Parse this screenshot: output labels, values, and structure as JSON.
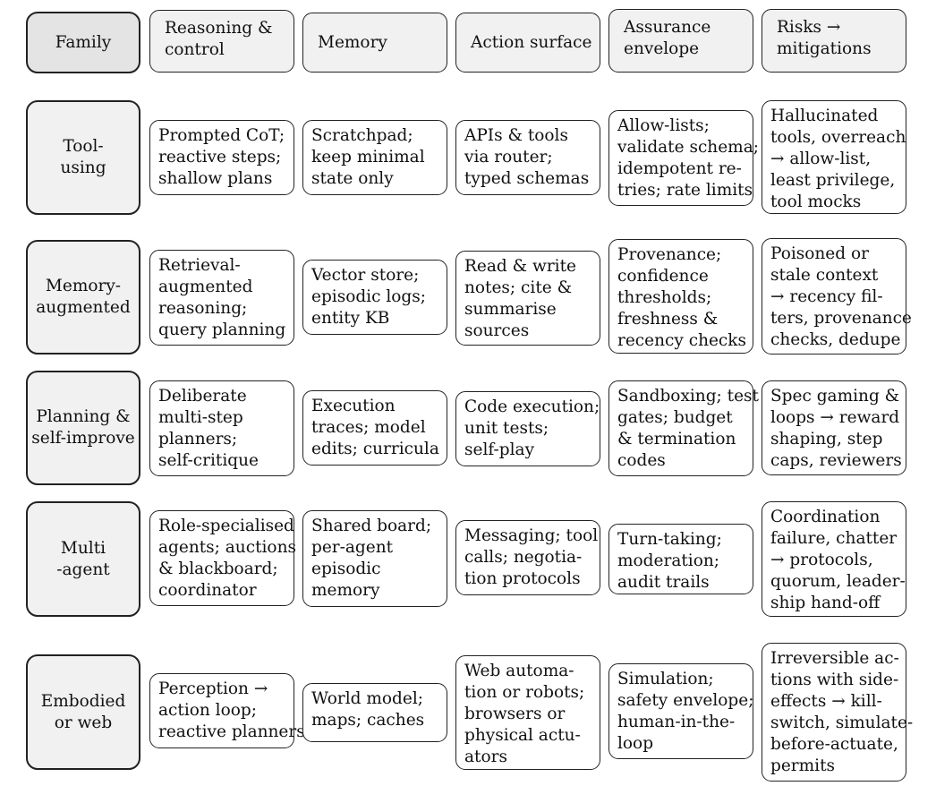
{
  "header": {
    "family": "Family",
    "columns": [
      {
        "key": "reasoning",
        "lines": [
          "Reasoning &",
          "control"
        ]
      },
      {
        "key": "memory",
        "lines": [
          "Memory"
        ]
      },
      {
        "key": "action",
        "lines": [
          "Action surface"
        ]
      },
      {
        "key": "assurance",
        "lines": [
          "Assurance",
          "envelope"
        ]
      },
      {
        "key": "risks",
        "lines": [
          "Risks →",
          "mitigations"
        ]
      }
    ]
  },
  "rows": [
    {
      "family": [
        "Tool-",
        "using"
      ],
      "cells": [
        [
          "Prompted CoT;",
          "reactive steps;",
          "shallow plans"
        ],
        [
          "Scratchpad;",
          "keep minimal",
          "state only"
        ],
        [
          "APIs & tools",
          "via router;",
          "typed schemas"
        ],
        [
          "Allow-lists;",
          "validate schema;",
          "idempotent re-",
          "tries; rate limits"
        ],
        [
          "Hallucinated",
          "tools, overreach",
          "→ allow-list,",
          "least privilege,",
          "tool mocks"
        ]
      ]
    },
    {
      "family": [
        "Memory-",
        "augmented"
      ],
      "cells": [
        [
          "Retrieval-",
          "augmented",
          "reasoning;",
          "query planning"
        ],
        [
          "Vector store;",
          "episodic logs;",
          "entity KB"
        ],
        [
          "Read & write",
          "notes; cite &",
          "summarise",
          "sources"
        ],
        [
          "Provenance;",
          "confidence",
          "thresholds;",
          "freshness &",
          "recency checks"
        ],
        [
          "Poisoned or",
          "stale context",
          "→ recency fil-",
          "ters, provenance",
          "checks, dedupe"
        ]
      ]
    },
    {
      "family": [
        "Planning &",
        "self-improve"
      ],
      "cells": [
        [
          "Deliberate",
          "multi-step",
          "planners;",
          "self-critique"
        ],
        [
          "Execution",
          "traces; model",
          "edits; curricula"
        ],
        [
          "Code execution;",
          "unit tests;",
          "self-play"
        ],
        [
          "Sandboxing; test",
          "gates; budget",
          "& termination",
          "codes"
        ],
        [
          "Spec gaming &",
          "loops → reward",
          "shaping, step",
          "caps, reviewers"
        ]
      ]
    },
    {
      "family": [
        "Multi",
        "-agent"
      ],
      "cells": [
        [
          "Role-specialised",
          "agents; auctions",
          "& blackboard;",
          "coordinator"
        ],
        [
          "Shared board;",
          "per-agent",
          "episodic",
          "memory"
        ],
        [
          "Messaging; tool",
          "calls; negotia-",
          "tion protocols"
        ],
        [
          "Turn-taking;",
          "moderation;",
          "audit trails"
        ],
        [
          "Coordination",
          "failure, chatter",
          "→ protocols,",
          "quorum, leader-",
          "ship hand-off"
        ]
      ]
    },
    {
      "family": [
        "Embodied",
        "or web"
      ],
      "cells": [
        [
          "Perception →",
          "action loop;",
          "reactive planners"
        ],
        [
          "World model;",
          "maps; caches"
        ],
        [
          "Web automa-",
          "tion or robots;",
          "browsers or",
          "physical actu-",
          "ators"
        ],
        [
          "Simulation;",
          "safety envelope;",
          "human-in-the-",
          "loop"
        ],
        [
          "Irreversible ac-",
          "tions with side-",
          "effects → kill-",
          "switch, simulate-",
          "before-actuate,",
          "permits"
        ]
      ]
    }
  ]
}
